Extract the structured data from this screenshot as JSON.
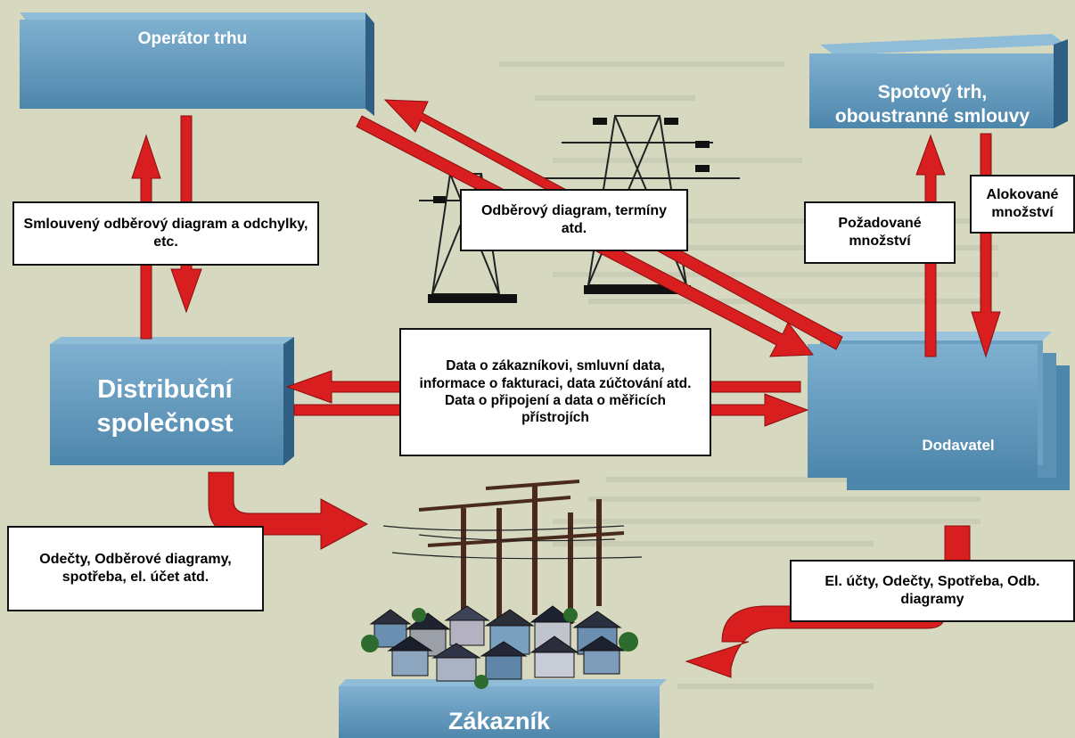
{
  "nodes": {
    "operator": "Operátor trhu",
    "spot": "Spotový trh, oboustranné smlouvy",
    "distribution": "Distribuční společnost",
    "supplier": "Dodavatel",
    "customer": "Zákazník"
  },
  "labels": {
    "contract_diagram": "Smlouvený odběrový diagram a odchylky, etc.",
    "consumption_diagram": "Odběrový diagram, termíny atd.",
    "required_qty": "Požadované množství",
    "allocated_qty": "Alokované množství",
    "customer_data": "Data o zákazníkovi, smluvní data, informace o fakturaci, data zúčtování atd. Data o připojení a data o měřicích přístrojích",
    "readings_left": "Odečty, Odběrové diagramy, spotřeba, el. účet atd.",
    "readings_right": "El. účty, Odečty, Spotřeba, Odb. diagramy"
  },
  "colors": {
    "box_front": "#5b93b5",
    "box_side": "#2f5f82",
    "box_top": "#8fbcd6",
    "arrow": "#d81e1e",
    "background": "#d6d9c0"
  },
  "icons": [
    "power-pylon-icon",
    "utility-poles-icon",
    "houses-icon"
  ]
}
